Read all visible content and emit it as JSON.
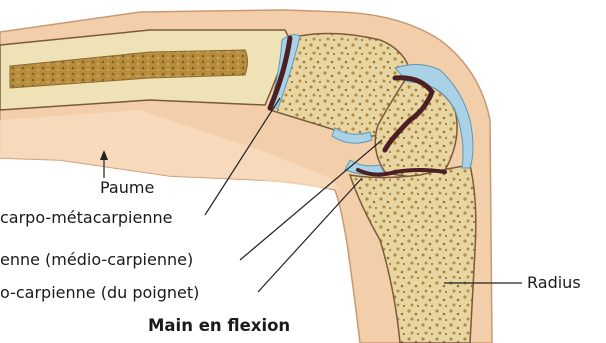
{
  "diagram": {
    "title": "Main en flexion",
    "labels": {
      "palm": "Paume",
      "cmc_joint": "carpo-métacarpienne",
      "midcarpal_joint": "enne (médio-carpienne)",
      "radiocarpal_joint": "o-carpienne (du poignet)",
      "radius": "Radius"
    },
    "colors": {
      "skin": "#f3ceaa",
      "bone": "#e9d8a6",
      "marrow": "#b78d3e",
      "cartilage": "#a9d2e6",
      "joint_cavity": "#4a2024",
      "outline": "#7a5a3a"
    }
  }
}
